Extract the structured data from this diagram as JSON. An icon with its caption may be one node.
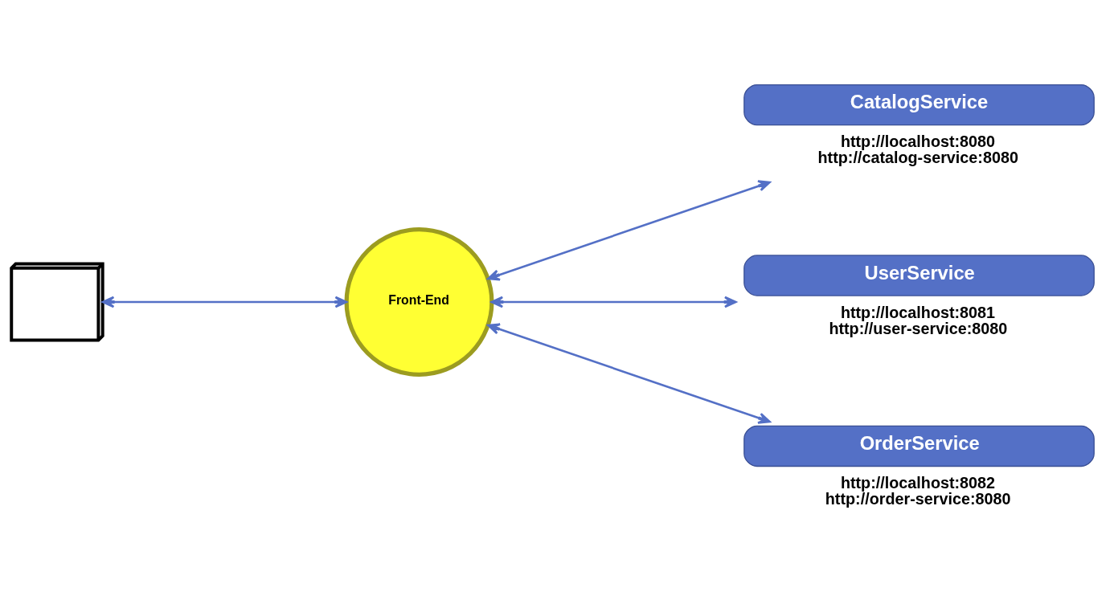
{
  "diagram": {
    "nodes": [
      {
        "text": [],
        "shape": "computer"
      },
      {
        "text": [
          "Front-End"
        ]
      },
      {
        "text": [
          "CatalogService"
        ],
        "beside": [
          "http://localhost:8080",
          "http://catalog-service:8080"
        ]
      },
      {
        "text": [
          "UserService"
        ],
        "beside": [
          "http://localhost:8081",
          "http://user-service:8080"
        ]
      },
      {
        "text": [
          "OrderService"
        ],
        "beside": [
          "http://localhost:8082",
          "http://order-service:8080"
        ]
      }
    ],
    "edges": [
      {
        "from": 0,
        "to": 1,
        "arrow": "both"
      },
      {
        "from": 1,
        "to": 2,
        "arrow": "both"
      },
      {
        "from": 1,
        "to": 3,
        "arrow": "both"
      },
      {
        "from": 1,
        "to": 4,
        "arrow": "both"
      }
    ]
  }
}
